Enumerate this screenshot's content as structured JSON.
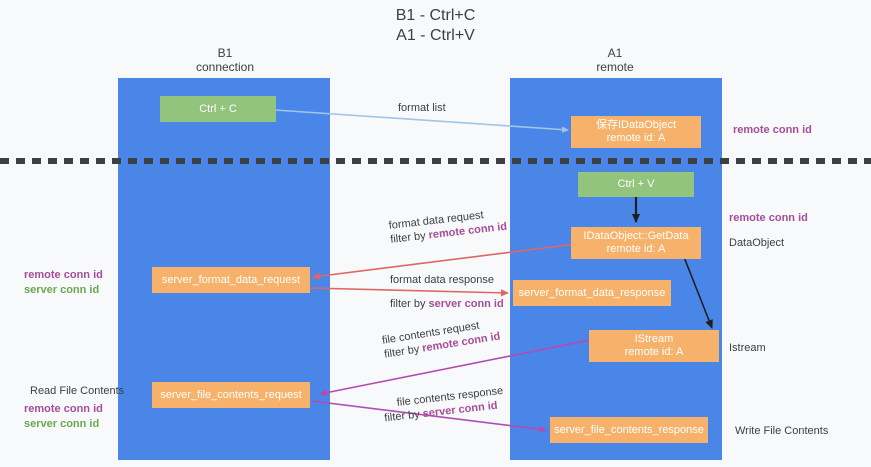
{
  "title": {
    "line1": "B1 - Ctrl+C",
    "line2": "A1 - Ctrl+V"
  },
  "columns": [
    {
      "name": "B1",
      "sub": "connection"
    },
    {
      "name": "A1",
      "sub": "remote"
    }
  ],
  "nodes": {
    "ctrl_c": {
      "label": "Ctrl + C"
    },
    "ctrl_v": {
      "label": "Ctrl + V"
    },
    "save_idataobject": {
      "line1": "保存IDataObject",
      "line2": "remote id: A"
    },
    "getdata": {
      "line1": "IDataObject::GetData",
      "line2": "remote id: A"
    },
    "istream": {
      "line1": "IStream",
      "line2": "remote id: A"
    },
    "server_format_data_request": {
      "label": "server_format_data_request"
    },
    "server_format_data_response": {
      "label": "server_format_data_response"
    },
    "server_file_contents_request": {
      "label": "server_file_contents_request"
    },
    "server_file_contents_response": {
      "label": "server_file_contents_response"
    }
  },
  "edges": {
    "format_list": {
      "text": "format list"
    },
    "format_data_request": {
      "line1": "format data request",
      "prefix": "filter by ",
      "highlight": "remote conn id"
    },
    "format_data_response": {
      "line1": "format data response",
      "prefix": "filter by ",
      "highlight": "server conn id"
    },
    "file_contents_request": {
      "line1": "file contents request",
      "prefix": "filter by ",
      "highlight": "remote conn id"
    },
    "file_contents_response": {
      "line1": "file contents response",
      "prefix": "filter by ",
      "highlight": "server conn id"
    }
  },
  "annotations": {
    "right_top_remote_conn_id": "remote conn id",
    "right_mid_remote_conn_id": "remote conn id",
    "right_dataobject": "DataObject",
    "right_istream": "Istream",
    "right_write_file_contents": "Write File Contents",
    "left_remote_conn_id": "remote conn id",
    "left_server_conn_id": "server conn id",
    "left_read_file_contents": "Read File Contents",
    "left_remote_conn_id_2": "remote conn id",
    "left_server_conn_id_2": "server conn id"
  },
  "colors": {
    "lane_blue": "#4a86e8",
    "node_orange": "#f6b26b",
    "node_green": "#93c47d",
    "arrow_blue": "#9fc5e8",
    "arrow_red": "#e06666",
    "arrow_magenta": "#b54bb2",
    "arrow_black": "#1f1f1f",
    "accent_purple": "#a64d9a",
    "accent_green": "#6aa84f",
    "background": "#f8f9fa"
  }
}
